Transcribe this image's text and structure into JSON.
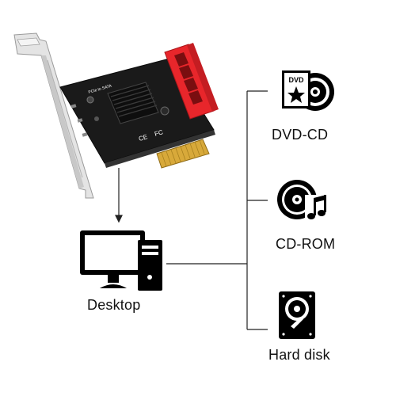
{
  "card": {
    "pcb_text": "PCIe to SATA",
    "ce_mark": "CE",
    "fc_mark": "FC"
  },
  "devices": [
    {
      "id": "desktop",
      "label": "Desktop",
      "icon": "desktop-computer-icon"
    },
    {
      "id": "dvd",
      "label": "DVD-CD",
      "icon": "dvd-icon",
      "icon_text": "DVD"
    },
    {
      "id": "cdrom",
      "label": "CD-ROM",
      "icon": "cd-music-icon"
    },
    {
      "id": "hdd",
      "label": "Hard disk",
      "icon": "hard-disk-icon"
    }
  ],
  "colors": {
    "pcb": "#1a1a1a",
    "sata_connector": "#e8262b",
    "gold_contacts": "#d8a93a",
    "bracket": "#d9d9d9",
    "icon": "#000000",
    "line": "#222222"
  }
}
